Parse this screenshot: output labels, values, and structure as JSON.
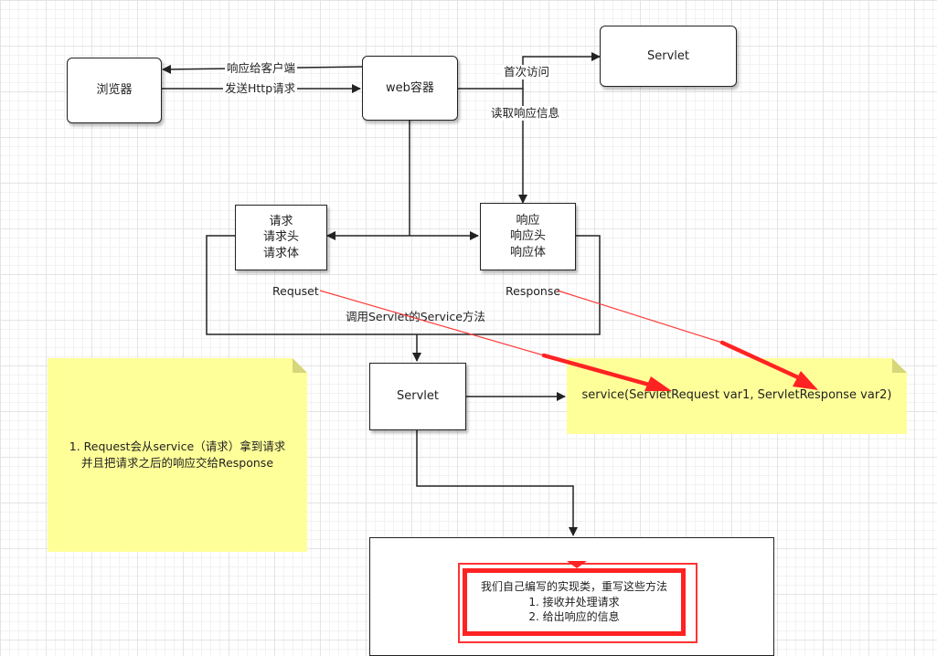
{
  "boxes": {
    "browser": "浏览器",
    "web_container": "web容器",
    "servlet_top": "Servlet",
    "request": [
      "请求",
      "请求头",
      "请求体"
    ],
    "response": [
      "响应",
      "响应头",
      "响应体"
    ],
    "servlet_mid": "Servlet"
  },
  "labels": {
    "respond_to_client": "响应给客户端",
    "send_http_request": "发送Http请求",
    "first_visit": "首次访问",
    "read_response_info": "读取响应信息",
    "request_name": "Requset",
    "response_name": "Response",
    "call_service": "调用Servlet的Service方法"
  },
  "notes": {
    "left": [
      "1. Request会从service（请求）拿到请求",
      "并且把请求之后的响应交给Response"
    ],
    "right": "service(ServletRequest var1, ServletResponse var2)"
  },
  "implementation": {
    "lines": [
      "我们自己编写的实现类，重写这些方法",
      "1. 接收并处理请求",
      "2. 给出响应的信息"
    ]
  },
  "colors": {
    "note_fill": "#ffff99",
    "highlight_red": "#ff2222",
    "line": "#222222"
  }
}
